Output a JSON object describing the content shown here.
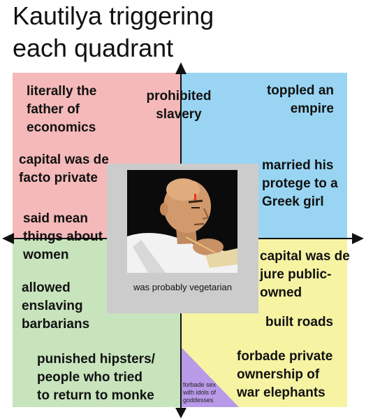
{
  "title_line1": "Kautilya triggering",
  "title_line2": "each quadrant",
  "top_left": {
    "text1": [
      "literally the",
      "father of",
      "economics"
    ],
    "text2": [
      "capital was de",
      "facto private"
    ],
    "text3": [
      "said mean",
      "things about",
      "women"
    ]
  },
  "top_center": [
    "prohibited",
    "slavery"
  ],
  "top_right": {
    "text1": [
      "toppled an",
      "empire"
    ],
    "text2": [
      "married his",
      "protege to a",
      "Greek girl"
    ]
  },
  "bottom_left": {
    "text1": [
      "allowed",
      "enslaving",
      "barbarians"
    ],
    "text2": [
      "punished hipsters/",
      "people who tried",
      "to return to monke"
    ]
  },
  "bottom_right": {
    "text1": [
      "capital was de",
      "jure public-",
      "owned"
    ],
    "text2": [
      "built roads"
    ],
    "text3": [
      "forbade private",
      "ownership of",
      "war elephants"
    ]
  },
  "purple_triangle": [
    "forbade sex",
    "with idols of",
    "goddesses"
  ],
  "center_caption": "was probably vegetarian",
  "colors": {
    "top_left": "#f5b9b9",
    "top_right": "#99d5f3",
    "bottom_left": "#c8e4bd",
    "bottom_right": "#f6f3a3",
    "purple": "#b89ae8",
    "center_box": "#cccccc"
  }
}
